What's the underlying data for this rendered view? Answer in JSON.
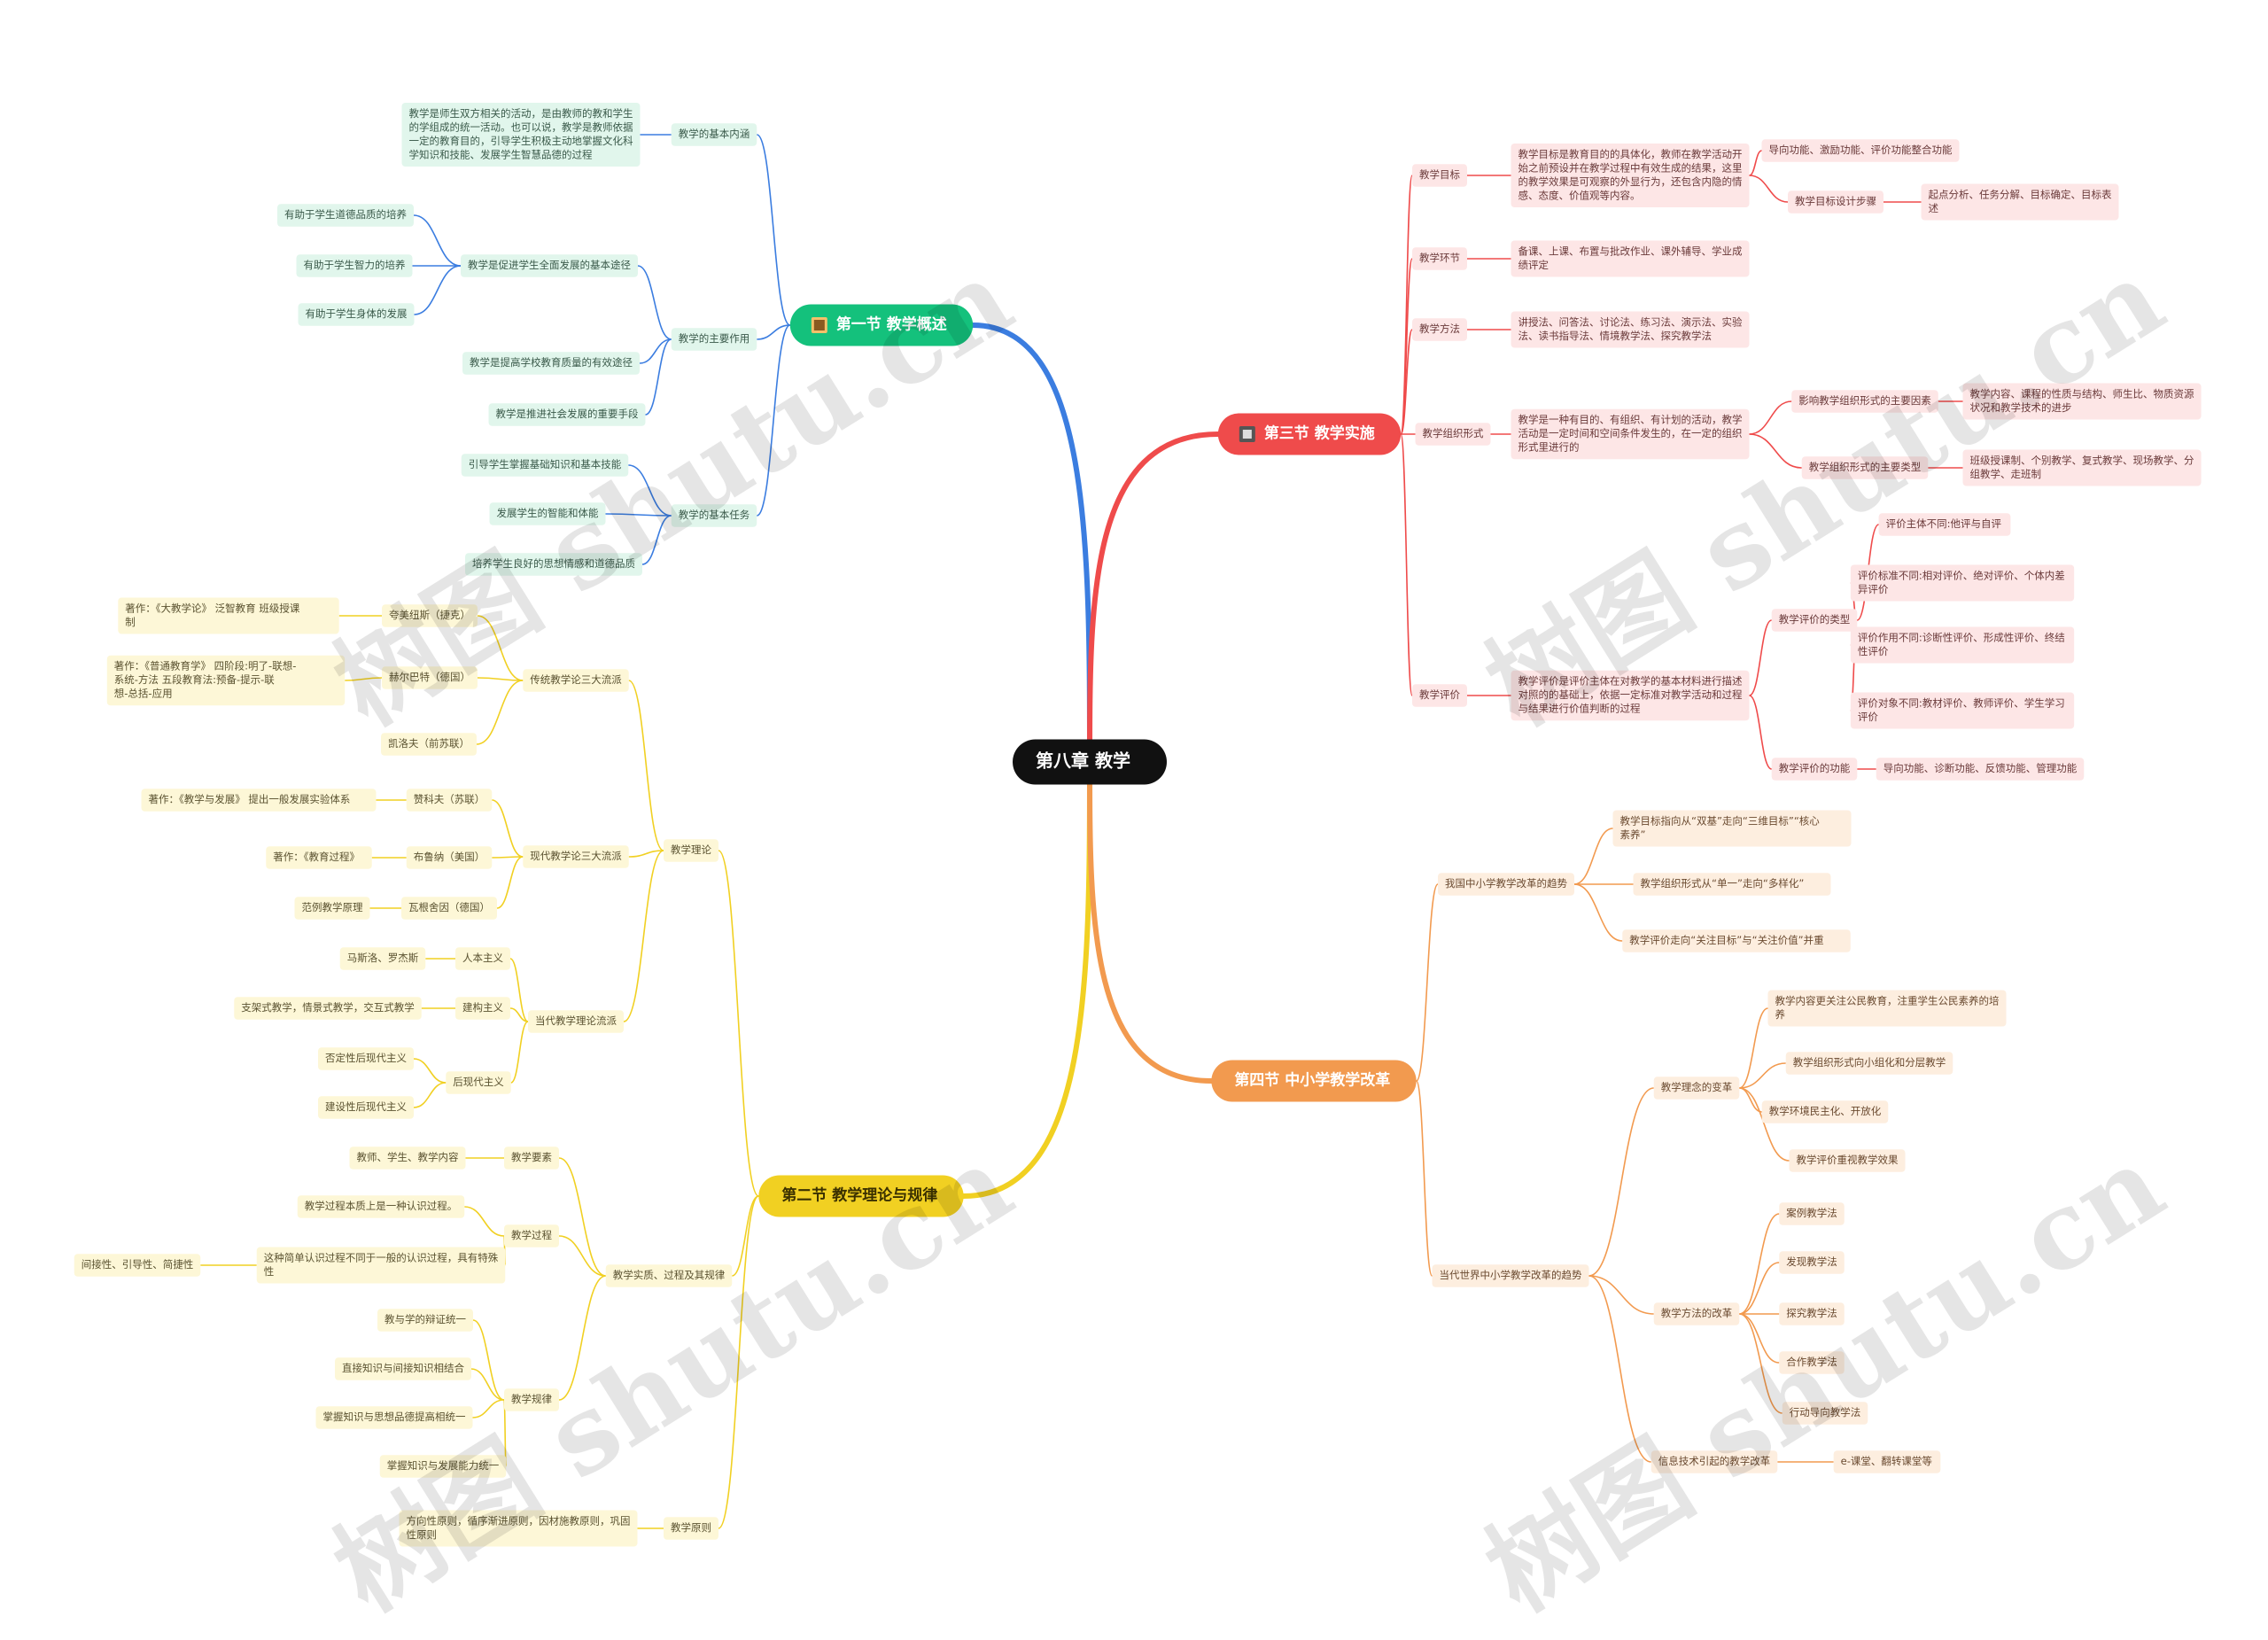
{
  "root": {
    "id": "root",
    "text": "第八章  教学"
  },
  "colors": {
    "s1": "#14c17c",
    "s1_line": "#3b7de0",
    "s2": "#f1d022",
    "s2_line": "#f1d022",
    "s3": "#ef4b4b",
    "s3_line": "#ef4b4b",
    "s4": "#f29a4f",
    "s4_line": "#f29a4f"
  },
  "sections": [
    {
      "id": "s1",
      "side": "left",
      "text": "第一节 教学概述",
      "icon": "book-icon",
      "children": [
        {
          "id": "s1a",
          "text": "教学的基本内涵",
          "children": [
            {
              "id": "s1a1",
              "text": "教学是师生双方相关的活动，是由教师的教和学生的学组成的统一活动。也可以说，教学是教师依据一定的教育目的，引导学生积极主动地掌握文化科学知识和技能、发展学生智慧品德的过程"
            }
          ]
        },
        {
          "id": "s1b",
          "text": "教学的主要作用",
          "children": [
            {
              "id": "s1b1",
              "text": "教学是促进学生全面发展的基本途径",
              "children": [
                {
                  "id": "s1b1a",
                  "text": "有助于学生道德品质的培养"
                },
                {
                  "id": "s1b1b",
                  "text": "有助于学生智力的培养"
                },
                {
                  "id": "s1b1c",
                  "text": "有助于学生身体的发展"
                }
              ]
            },
            {
              "id": "s1b2",
              "text": "教学是提高学校教育质量的有效途径"
            },
            {
              "id": "s1b3",
              "text": "教学是推进社会发展的重要手段"
            }
          ]
        },
        {
          "id": "s1c",
          "text": "教学的基本任务",
          "children": [
            {
              "id": "s1c1",
              "text": "引导学生掌握基础知识和基本技能"
            },
            {
              "id": "s1c2",
              "text": "发展学生的智能和体能"
            },
            {
              "id": "s1c3",
              "text": "培养学生良好的思想情感和道德品质"
            }
          ]
        }
      ]
    },
    {
      "id": "s2",
      "side": "left",
      "text": "第二节 教学理论与规律",
      "icon": "",
      "children": [
        {
          "id": "s2a",
          "text": "教学理论",
          "children": [
            {
              "id": "s2a1",
              "text": "传统教学论三大流派",
              "children": [
                {
                  "id": "s2a1a",
                  "text": "夸美纽斯（捷克）",
                  "children": [
                    {
                      "id": "s2a1a1",
                      "text": "著作：《大教学论》   泛智教育   班级授课制"
                    }
                  ]
                },
                {
                  "id": "s2a1b",
                  "text": "赫尔巴特（德国）",
                  "children": [
                    {
                      "id": "s2a1b1",
                      "text": "著作：《普通教育学》      四阶段:明了-联想-系统-方法         五段教育法:预备-提示-联想-总括-应用"
                    }
                  ]
                },
                {
                  "id": "s2a1c",
                  "text": "凯洛夫（前苏联）"
                }
              ]
            },
            {
              "id": "s2a2",
              "text": "现代教学论三大流派",
              "children": [
                {
                  "id": "s2a2a",
                  "text": "赞科夫（苏联）",
                  "children": [
                    {
                      "id": "s2a2a1",
                      "text": "著作：《教学与发展》   提出一般发展实验体系"
                    }
                  ]
                },
                {
                  "id": "s2a2b",
                  "text": "布鲁纳（美国）",
                  "children": [
                    {
                      "id": "s2a2b1",
                      "text": "著作：《教育过程》"
                    }
                  ]
                },
                {
                  "id": "s2a2c",
                  "text": "瓦根舍因（德国）",
                  "children": [
                    {
                      "id": "s2a2c1",
                      "text": "范例教学原理"
                    }
                  ]
                }
              ]
            },
            {
              "id": "s2a3",
              "text": "当代教学理论流派",
              "children": [
                {
                  "id": "s2a3a",
                  "text": "人本主义",
                  "children": [
                    {
                      "id": "s2a3a1",
                      "text": "马斯洛、罗杰斯"
                    }
                  ]
                },
                {
                  "id": "s2a3b",
                  "text": "建构主义",
                  "children": [
                    {
                      "id": "s2a3b1",
                      "text": "支架式教学，情景式教学，交互式教学"
                    }
                  ]
                },
                {
                  "id": "s2a3c",
                  "text": "后现代主义",
                  "children": [
                    {
                      "id": "s2a3c1",
                      "text": "否定性后现代主义"
                    },
                    {
                      "id": "s2a3c2",
                      "text": "建设性后现代主义"
                    }
                  ]
                }
              ]
            }
          ]
        },
        {
          "id": "s2b",
          "text": "教学实质、过程及其规律",
          "children": [
            {
              "id": "s2b1",
              "text": "教学要素",
              "children": [
                {
                  "id": "s2b1a",
                  "text": "教师、学生、教学内容"
                }
              ]
            },
            {
              "id": "s2b2",
              "text": "教学过程",
              "children": [
                {
                  "id": "s2b2a",
                  "text": "教学过程本质上是一种认识过程。"
                },
                {
                  "id": "s2b2b",
                  "text": "这种简单认识过程不同于一般的认识过程，具有特殊性",
                  "children": [
                    {
                      "id": "s2b2b1",
                      "text": "间接性、引导性、简捷性"
                    }
                  ]
                }
              ]
            },
            {
              "id": "s2b3",
              "text": "教学规律",
              "children": [
                {
                  "id": "s2b3a",
                  "text": "教与学的辩证统一"
                },
                {
                  "id": "s2b3b",
                  "text": "直接知识与间接知识相结合"
                },
                {
                  "id": "s2b3c",
                  "text": "掌握知识与思想品德提高相统一"
                },
                {
                  "id": "s2b3d",
                  "text": "掌握知识与发展能力统一"
                }
              ]
            }
          ]
        },
        {
          "id": "s2c",
          "text": "教学原则",
          "children": [
            {
              "id": "s2c1",
              "text": "方向性原则，循序渐进原则，因材施教原则，巩固性原则"
            }
          ]
        }
      ]
    },
    {
      "id": "s3",
      "side": "right",
      "text": "第三节 教学实施",
      "icon": "film-icon",
      "children": [
        {
          "id": "s3a",
          "text": "教学目标",
          "children": [
            {
              "id": "s3a1",
              "text": "教学目标是教育目的的具体化，教师在教学活动开始之前预设并在教学过程中有效生成的结果，这里的教学效果是可观察的外显行为，还包含内隐的情感、态度、价值观等内容。",
              "children": [
                {
                  "id": "s3a1a",
                  "text": "导向功能、激励功能、评价功能整合功能"
                },
                {
                  "id": "s3a1b",
                  "text": "教学目标设计步骤",
                  "children": [
                    {
                      "id": "s3a1b1",
                      "text": "起点分析、任务分解、目标确定、目标表述"
                    }
                  ]
                }
              ]
            }
          ]
        },
        {
          "id": "s3b",
          "text": "教学环节",
          "children": [
            {
              "id": "s3b1",
              "text": "备课、上课、布置与批改作业、课外辅导、学业成绩评定"
            }
          ]
        },
        {
          "id": "s3c",
          "text": "教学方法",
          "children": [
            {
              "id": "s3c1",
              "text": "讲授法、问答法、讨论法、练习法、演示法、实验法、读书指导法、情境教学法、探究教学法"
            }
          ]
        },
        {
          "id": "s3d",
          "text": "教学组织形式",
          "children": [
            {
              "id": "s3d1",
              "text": "教学是一种有目的、有组织、有计划的活动，教学活动是一定时间和空间条件发生的，在一定的组织形式里进行的",
              "children": [
                {
                  "id": "s3d1a",
                  "text": "影响教学组织形式的主要因素",
                  "children": [
                    {
                      "id": "s3d1a1",
                      "text": "教学内容、课程的性质与结构、师生比、物质资源状况和教学技术的进步"
                    }
                  ]
                },
                {
                  "id": "s3d1b",
                  "text": "教学组织形式的主要类型",
                  "children": [
                    {
                      "id": "s3d1b1",
                      "text": "班级授课制、个别教学、复式教学、现场教学、分组教学、走班制"
                    }
                  ]
                }
              ]
            }
          ]
        },
        {
          "id": "s3e",
          "text": "教学评价",
          "children": [
            {
              "id": "s3e1",
              "text": "教学评价是评价主体在对教学的基本材料进行描述对照的的基础上，依据一定标准对教学活动和过程与结果进行价值判断的过程",
              "children": [
                {
                  "id": "s3e1a",
                  "text": "教学评价的类型",
                  "children": [
                    {
                      "id": "s3e1a1",
                      "text": "评价主体不同:他评与自评"
                    },
                    {
                      "id": "s3e1a2",
                      "text": "评价标准不同:相对评价、绝对评价、个体内差异评价"
                    },
                    {
                      "id": "s3e1a3",
                      "text": "评价作用不同:诊断性评价、形成性评价、终结性评价"
                    },
                    {
                      "id": "s3e1a4",
                      "text": "评价对象不同:教材评价、教师评价、学生学习评价"
                    }
                  ]
                },
                {
                  "id": "s3e1b",
                  "text": "教学评价的功能",
                  "children": [
                    {
                      "id": "s3e1b1",
                      "text": "导向功能、诊断功能、反馈功能、管理功能"
                    }
                  ]
                }
              ]
            }
          ]
        }
      ]
    },
    {
      "id": "s4",
      "side": "right",
      "text": "第四节 中小学教学改革",
      "icon": "",
      "children": [
        {
          "id": "s4a",
          "text": "我国中小学教学改革的趋势",
          "children": [
            {
              "id": "s4a1",
              "text": "教学目标指向从“双基”走向“三维目标”“核心素养”"
            },
            {
              "id": "s4a2",
              "text": "教学组织形式从“单一”走向“多样化”"
            },
            {
              "id": "s4a3",
              "text": "教学评价走向“关注目标”与“关注价值”并重"
            }
          ]
        },
        {
          "id": "s4b",
          "text": "当代世界中小学教学改革的趋势",
          "children": [
            {
              "id": "s4b1",
              "text": "教学理念的变革",
              "children": [
                {
                  "id": "s4b1a",
                  "text": "教学内容更关注公民教育，注重学生公民素养的培养"
                },
                {
                  "id": "s4b1b",
                  "text": "教学组织形式向小组化和分层教学"
                },
                {
                  "id": "s4b1c",
                  "text": "教学环境民主化、开放化"
                },
                {
                  "id": "s4b1d",
                  "text": "教学评价重视教学效果"
                }
              ]
            },
            {
              "id": "s4b2",
              "text": "教学方法的改革",
              "children": [
                {
                  "id": "s4b2a",
                  "text": "案例教学法"
                },
                {
                  "id": "s4b2b",
                  "text": "发现教学法"
                },
                {
                  "id": "s4b2c",
                  "text": "探究教学法"
                },
                {
                  "id": "s4b2d",
                  "text": "合作教学法"
                },
                {
                  "id": "s4b2e",
                  "text": "行动导向教学法"
                }
              ]
            },
            {
              "id": "s4b3",
              "text": "信息技术引起的教学改革",
              "children": [
                {
                  "id": "s4b3a",
                  "text": "e-课堂、翻转课堂等"
                }
              ]
            }
          ]
        }
      ]
    }
  ],
  "watermarks": [
    "树图 shutu.cn",
    "树图 shutu.cn",
    "树图 shutu.cn",
    "树图 shutu.cn"
  ]
}
